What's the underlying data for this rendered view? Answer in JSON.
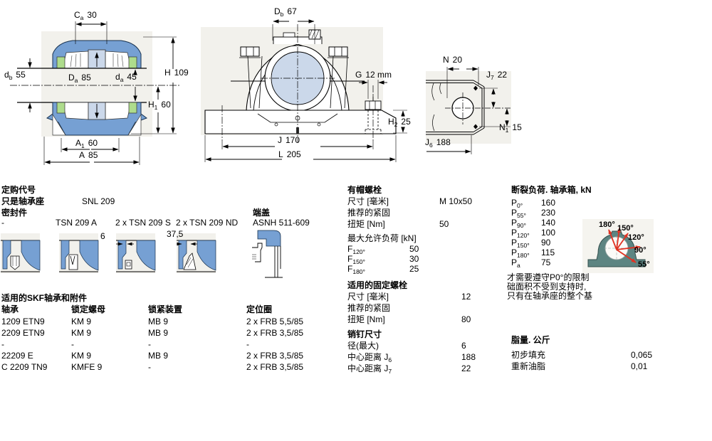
{
  "colors": {
    "drawing_background": "#F2F1EC",
    "housing_blue": "#76A0D3",
    "seal_green": "#AEDC8C",
    "bore_light_blue": "#CBD8EA",
    "angle_housing_teal": "#5D8582",
    "angle_arrow_red": "#E03222"
  },
  "drawings": {
    "section": {
      "dims": {
        "ca": {
          "base": "C",
          "sub": "a",
          "value": "30"
        },
        "h": {
          "base": "H",
          "sub": "",
          "value": "109"
        },
        "db": {
          "base": "d",
          "sub": "b",
          "value": "55"
        },
        "Da": {
          "base": "D",
          "sub": "a",
          "value": "85"
        },
        "da": {
          "base": "d",
          "sub": "a",
          "value": "45"
        },
        "h1": {
          "base": "H",
          "sub": "1",
          "value": "60"
        },
        "a1": {
          "base": "A",
          "sub": "1",
          "value": "60"
        },
        "a": {
          "base": "A",
          "sub": "",
          "value": "85"
        }
      }
    },
    "front": {
      "dims": {
        "Db": {
          "base": "D",
          "sub": "b",
          "value": "67"
        },
        "g": {
          "base": "G",
          "sub": "",
          "value": "12 mm"
        },
        "h2": {
          "base": "H",
          "sub": "2",
          "value": "25"
        },
        "j": {
          "base": "J",
          "sub": "",
          "value": "170"
        },
        "l": {
          "base": "L",
          "sub": "",
          "value": "205"
        }
      }
    },
    "side": {
      "dims": {
        "n": {
          "base": "N",
          "sub": "",
          "value": "20"
        },
        "j7": {
          "base": "J",
          "sub": "7",
          "value": "22"
        },
        "n1": {
          "base": "N",
          "sub": "1",
          "value": "15"
        },
        "j6": {
          "base": "J",
          "sub": "6",
          "value": "188"
        }
      }
    },
    "seal_thumbs": {
      "dim1": "6",
      "dim2": "37,5"
    }
  },
  "ordering": {
    "title": "定购代号",
    "housing_label": "只是轴承座",
    "housing_value": "SNL 209",
    "seals_label": "密封件",
    "seal_options": [
      "-",
      "TSN 209 A",
      "2 x TSN 209 S",
      "2 x TSN 209 ND"
    ],
    "end_cover_label": "端盖",
    "end_cover_value": "ASNH 511-609"
  },
  "cap_bolts": {
    "title": "有帽螺栓",
    "size_label": "尺寸 [毫米]",
    "size_value": "M 10x50",
    "tightening_line1": "推荐的紧固",
    "tightening_line2": "扭矩 [Nm]",
    "torque_value": "50",
    "max_load_label": "最大允许负荷 [kN]",
    "loads": [
      {
        "base": "F",
        "sub": "120°",
        "value": "50"
      },
      {
        "base": "F",
        "sub": "150°",
        "value": "30"
      },
      {
        "base": "F",
        "sub": "180°",
        "value": "25"
      }
    ]
  },
  "fixing_bolts": {
    "title": "适用的固定螺栓",
    "size_label": "尺寸 [毫米]",
    "size_value": "12",
    "tightening_line1": "推荐的紧固",
    "tightening_line2": "扭矩 [Nm]",
    "torque_value": "80"
  },
  "pins": {
    "title": "销钉尺寸",
    "rows": [
      {
        "label": "径(最大)",
        "sub": "",
        "value": "6"
      },
      {
        "label": "中心距离 J",
        "sub": "6",
        "value": "188"
      },
      {
        "label": "中心距离 J",
        "sub": "7",
        "value": "22"
      }
    ]
  },
  "breaking_loads": {
    "title": "断裂负荷. 轴承箱, kN",
    "rows": [
      {
        "base": "P",
        "sub": "0°",
        "value": "160"
      },
      {
        "base": "P",
        "sub": "55°",
        "value": "230"
      },
      {
        "base": "P",
        "sub": "90°",
        "value": "140"
      },
      {
        "base": "P",
        "sub": "120°",
        "value": "100"
      },
      {
        "base": "P",
        "sub": "150°",
        "value": "90"
      },
      {
        "base": "P",
        "sub": "180°",
        "value": "115"
      },
      {
        "base": "P",
        "sub": "a",
        "value": "75"
      }
    ],
    "note_lines": [
      "才需要遵守P0°的限制",
      "础面积不受到支持时,",
      "只有在轴承座的整个基"
    ],
    "angle_labels": [
      "180°",
      "150°",
      "120°",
      "90°",
      "55°"
    ]
  },
  "bearings_table": {
    "title": "适用的SKF轴承和附件",
    "columns": [
      "轴承",
      "锁定螺母",
      "锁紧装置",
      "定位圈"
    ],
    "rows": [
      [
        "1209 ETN9",
        "KM 9",
        "MB 9",
        "2 x FRB 5,5/85"
      ],
      [
        "2209 ETN9",
        "KM 9",
        "MB 9",
        "2 x FRB 3,5/85"
      ],
      [
        "-",
        "-",
        "-",
        "-"
      ],
      [
        "22209 E",
        "KM 9",
        "MB 9",
        "2 x FRB 3,5/85"
      ],
      [
        "C 2209 TN9",
        "KMFE 9",
        "-",
        "2 x FRB 3,5/85"
      ]
    ]
  },
  "grease": {
    "title": "脂量. 公斤",
    "rows": [
      {
        "label": "初步填充",
        "value": "0,065"
      },
      {
        "label": "重新油脂",
        "value": "0,01"
      }
    ]
  }
}
